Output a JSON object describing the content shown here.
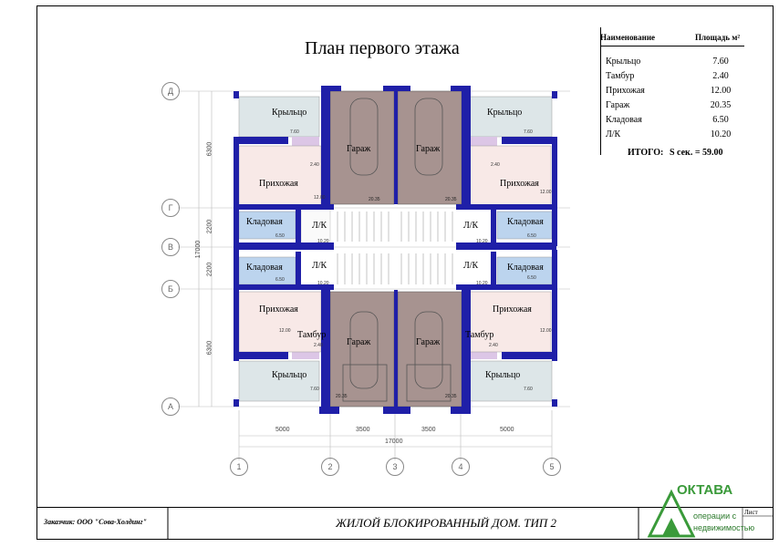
{
  "title": "План первого этажа",
  "table": {
    "header_name": "Наименование",
    "header_area": "Площадь м²",
    "rows": [
      {
        "name": "Крыльцо",
        "area": "7.60"
      },
      {
        "name": "Тамбур",
        "area": "2.40"
      },
      {
        "name": "Прихожая",
        "area": "12.00"
      },
      {
        "name": "Гараж",
        "area": "20.35"
      },
      {
        "name": "Кладовая",
        "area": "6.50"
      },
      {
        "name": "Л/К",
        "area": "10.20"
      }
    ],
    "total_label": "ИТОГО:",
    "total_value": "S сек. = 59.00"
  },
  "rooms": {
    "porch": "Крыльцо",
    "vestibule": "Тамбур",
    "hall": "Прихожая",
    "garage": "Гараж",
    "storage": "Кладовая",
    "stair": "Л/К"
  },
  "small_areas": {
    "porch": "7.60",
    "vestibule": "2.40",
    "hall": "12.00",
    "garage": "20.35",
    "storage": "6.50",
    "stair": "10.20"
  },
  "axes_rows": [
    "Д",
    "Г",
    "В",
    "Б",
    "А"
  ],
  "axes_cols": [
    "1",
    "2",
    "3",
    "4",
    "5"
  ],
  "dims_bottom": [
    "5000",
    "3500",
    "3500",
    "5000"
  ],
  "dim_total_bottom": "17000",
  "dims_left": [
    "6300",
    "2200",
    "2200",
    "6300"
  ],
  "dim_total_left": "17000",
  "stamp": {
    "customer": "Заказчик: ООО \"Сова-Холдинг\"",
    "document": "ЖИЛОЙ БЛОКИРОВАННЫЙ ДОМ. ТИП 2",
    "sheet": "Лист"
  },
  "logo": {
    "name": "ОКТАВА",
    "line1": "операции с",
    "line2": "недвижимостью"
  },
  "colors": {
    "wall": "#1f1fa8",
    "garage": "#a79390",
    "hall": "#f8e9e7",
    "storage": "#bcd4ee",
    "vestibule": "#dcc6e6",
    "porch": "#dde6e8",
    "logo": "#3a9a3a"
  }
}
